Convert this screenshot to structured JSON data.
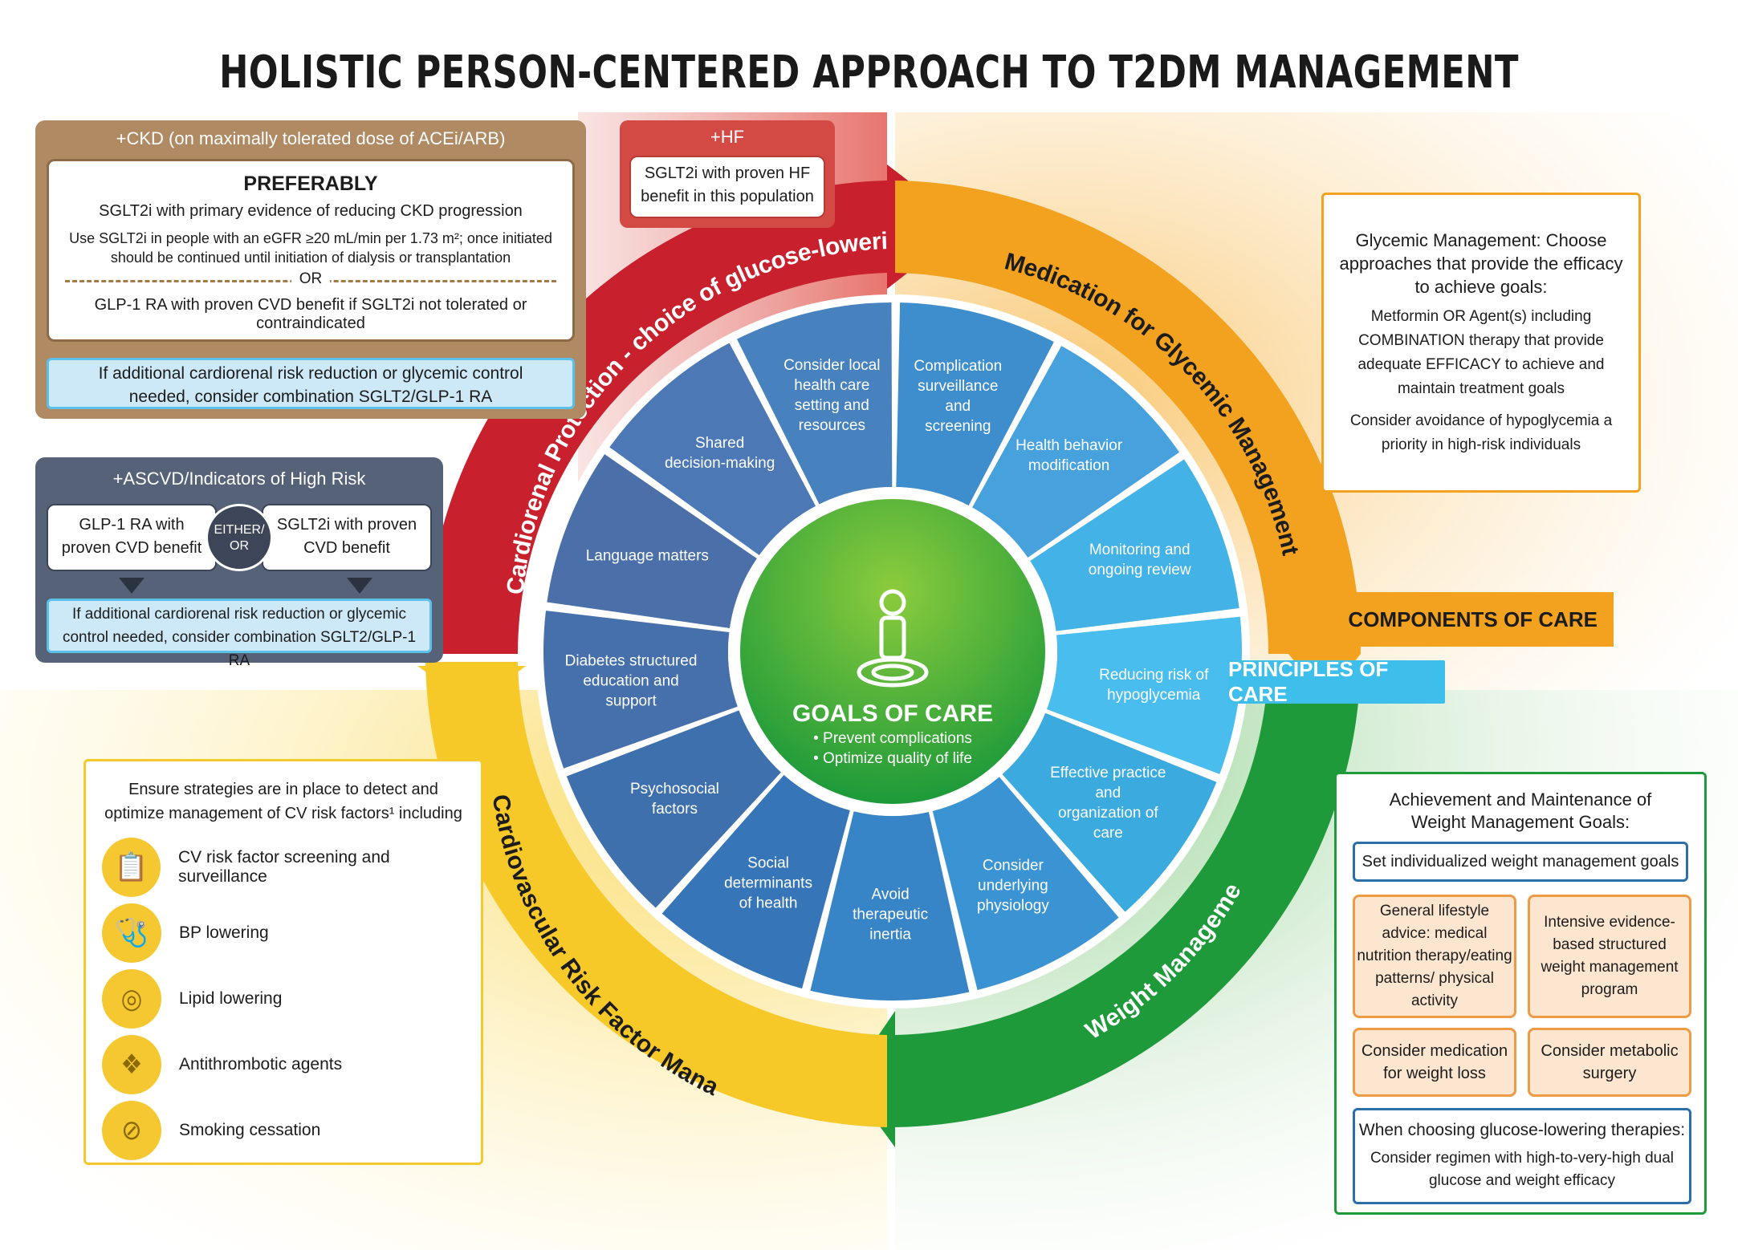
{
  "title": "HOLISTIC PERSON-CENTERED APPROACH TO T2DM MANAGEMENT",
  "colors": {
    "red": "#c8202d",
    "orange": "#f3a21f",
    "yellow": "#f7c928",
    "green": "#1f9a3b",
    "blue_inner": "#3a86c6",
    "tan": "#b08a63",
    "slate": "#566277"
  },
  "ckd_panel": {
    "header": "+CKD (on maximally tolerated dose of ACEi/ARB)",
    "preferably": "PREFERABLY",
    "line1": "SGLT2i with primary evidence of reducing CKD progression",
    "line2": "Use SGLT2i in people with an eGFR ≥20 mL/min per 1.73 m²; once initiated should be continued until initiation of dialysis or transplantation",
    "or": "OR",
    "line3": "GLP-1 RA with proven CVD benefit if SGLT2i not tolerated or contraindicated",
    "combo": "If additional cardiorenal risk reduction or glycemic control needed, consider combination SGLT2/GLP-1 RA"
  },
  "hf_panel": {
    "header": "+HF",
    "text": "SGLT2i with proven HF benefit in this population"
  },
  "ascvd_panel": {
    "header": "+ASCVD/Indicators of High Risk",
    "left": "GLP-1 RA with proven CVD benefit",
    "either": "EITHER/ OR",
    "right": "SGLT2i with proven CVD benefit",
    "combo": "If additional cardiorenal risk reduction or glycemic control needed, consider combination SGLT2/GLP-1 RA"
  },
  "glycemic_panel": {
    "title": "Glycemic Management: Choose approaches that provide the efficacy to achieve goals:",
    "body1": "Metformin OR Agent(s) including COMBINATION therapy that provide adequate EFFICACY to achieve and maintain treatment goals",
    "body2": "Consider avoidance of hypoglycemia a priority in high-risk individuals"
  },
  "components_label": "COMPONENTS OF CARE",
  "principles_label": "PRINCIPLES OF CARE",
  "arcs": {
    "red": "Cardiorenal Protection - choice of glucose-lowering medication",
    "orange": "Medication for Glycemic Management",
    "yellow": "Cardiovascular Risk Factor Management",
    "green": "Weight Management"
  },
  "segments": [
    "Complication\nsurveillance\nand\nscreening",
    "Health behavior\nmodification",
    "Monitoring and\nongoing review",
    "Reducing risk of\nhypoglycemia",
    "Effective practice and\norganization of\ncare",
    "Consider\nunderlying\nphysiology",
    "Avoid\ntherapeutic\ninertia",
    "Social\ndeterminants\nof health",
    "Psychosocial\nfactors",
    "Diabetes structured\neducation and support",
    "Language matters",
    "Shared\ndecision-making",
    "Consider local\nhealth care\nsetting and\nresources"
  ],
  "goals": {
    "title": "GOALS OF CARE",
    "bullets": [
      "Prevent complications",
      "Optimize quality of life"
    ]
  },
  "cv_panel": {
    "title": "Ensure strategies are in place to detect and optimize management of CV risk factors¹ including",
    "items": [
      {
        "icon": "clipboard-icon",
        "label": "CV risk factor screening and surveillance"
      },
      {
        "icon": "stethoscope-icon",
        "label": "BP lowering"
      },
      {
        "icon": "lipid-cell-icon",
        "label": "Lipid lowering"
      },
      {
        "icon": "blood-vessel-icon",
        "label": "Antithrombotic agents"
      },
      {
        "icon": "no-smoking-icon",
        "label": "Smoking cessation"
      }
    ]
  },
  "weight_panel": {
    "title": "Achievement and Maintenance of Weight Management Goals:",
    "goal": "Set individualized weight management goals",
    "box1": "General lifestyle advice: medical nutrition therapy/eating patterns/ physical activity",
    "box2": "Intensive evidence-based structured weight management program",
    "box3": "Consider medication for weight loss",
    "box4": "Consider metabolic surgery",
    "therapies_title": "When choosing glucose-lowering therapies:",
    "therapies_body": "Consider regimen with high-to-very-high dual glucose and weight efficacy"
  }
}
